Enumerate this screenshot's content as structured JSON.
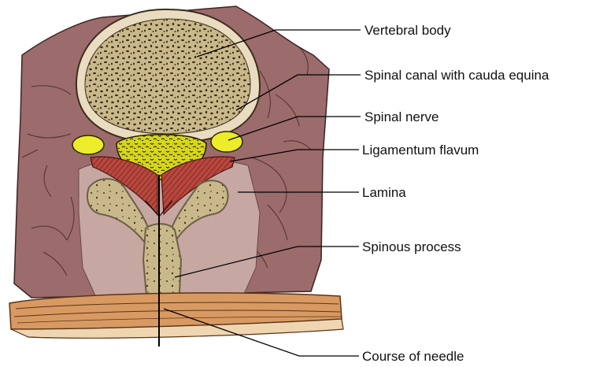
{
  "diagram": {
    "labels": {
      "vertebral_body": "Vertebral body",
      "spinal_canal": "Spinal canal with cauda equina",
      "spinal_nerve": "Spinal nerve",
      "ligamentum_flavum": "Ligamentum flavum",
      "lamina": "Lamina",
      "spinous_process": "Spinous process",
      "course_of_needle": "Course of needle"
    },
    "colors": {
      "muscle": "#9c6b6b",
      "bone_outline": "#e9dcc0",
      "bone": "#c9b88a",
      "cauda_equina": "#d6d61a",
      "nerve": "#ecec2a",
      "ligament": "#b8473e",
      "lamina_region": "#c7a7a2",
      "skin": "#d89a62"
    }
  }
}
